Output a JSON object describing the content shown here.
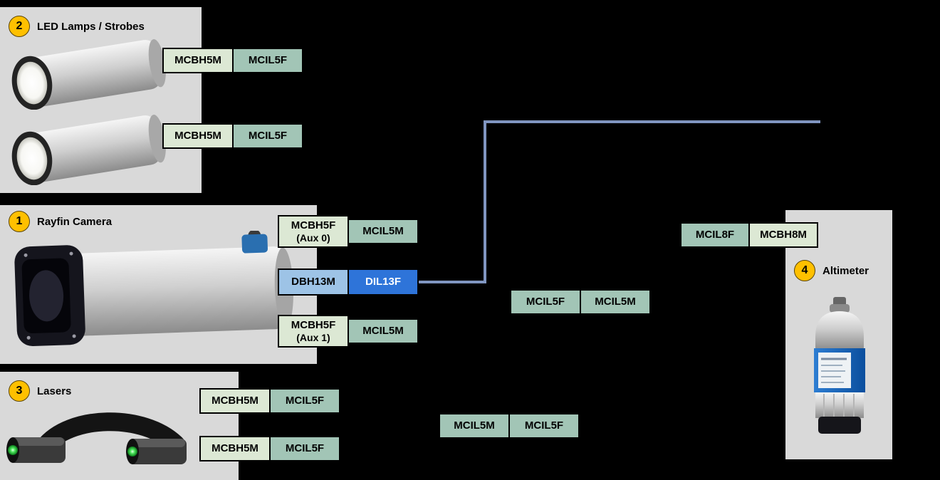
{
  "colors": {
    "bg": "#000000",
    "panel": "#d9d9d9",
    "badge": "#ffc000",
    "mcbh": "#dce8d4",
    "mcil": "#a2c5b6",
    "dbh": "#9dc3e6",
    "dil": "#2e74d9",
    "dil_text": "#ffffff",
    "cable": "#8095c0"
  },
  "panels": {
    "led": {
      "badge": "2",
      "title": "LED Lamps / Strobes"
    },
    "camera": {
      "badge": "1",
      "title": "Rayfin Camera"
    },
    "lasers": {
      "badge": "3",
      "title": "Lasers"
    },
    "altimeter": {
      "badge": "4",
      "title": "Altimeter"
    }
  },
  "connectors": {
    "led1": {
      "left": "MCBH5M",
      "right": "MCIL5F"
    },
    "led2": {
      "left": "MCBH5M",
      "right": "MCIL5F"
    },
    "cam_aux0": {
      "left": "MCBH5F",
      "left_sub": "(Aux 0)",
      "right": "MCIL5M"
    },
    "cam_main": {
      "left": "DBH13M",
      "right": "DIL13F"
    },
    "cam_aux1": {
      "left": "MCBH5F",
      "left_sub": "(Aux 1)",
      "right": "MCIL5M"
    },
    "laser1": {
      "left": "MCBH5M",
      "right": "MCIL5F"
    },
    "laser2": {
      "left": "MCBH5M",
      "right": "MCIL5F"
    },
    "altimeter": {
      "left": "MCIL8F",
      "right": "MCBH8M"
    },
    "mid_top": {
      "left": "MCIL5F",
      "right": "MCIL5M"
    },
    "mid_bottom": {
      "left": "MCIL5M",
      "right": "MCIL5F"
    }
  }
}
